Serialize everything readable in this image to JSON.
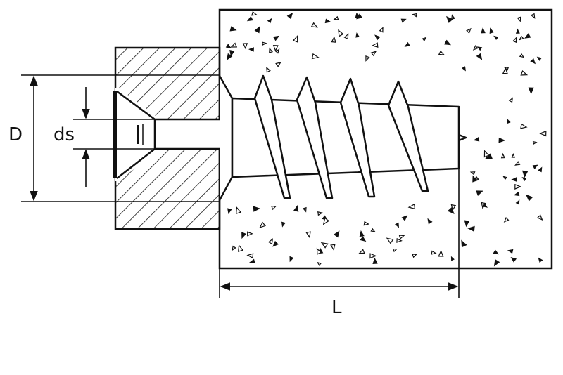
{
  "labels": {
    "diameter_outer": "D",
    "diameter_shank": "ds",
    "length": "L"
  },
  "colors": {
    "line": "#111111",
    "background": "#ffffff",
    "aggregate": "#111111"
  }
}
